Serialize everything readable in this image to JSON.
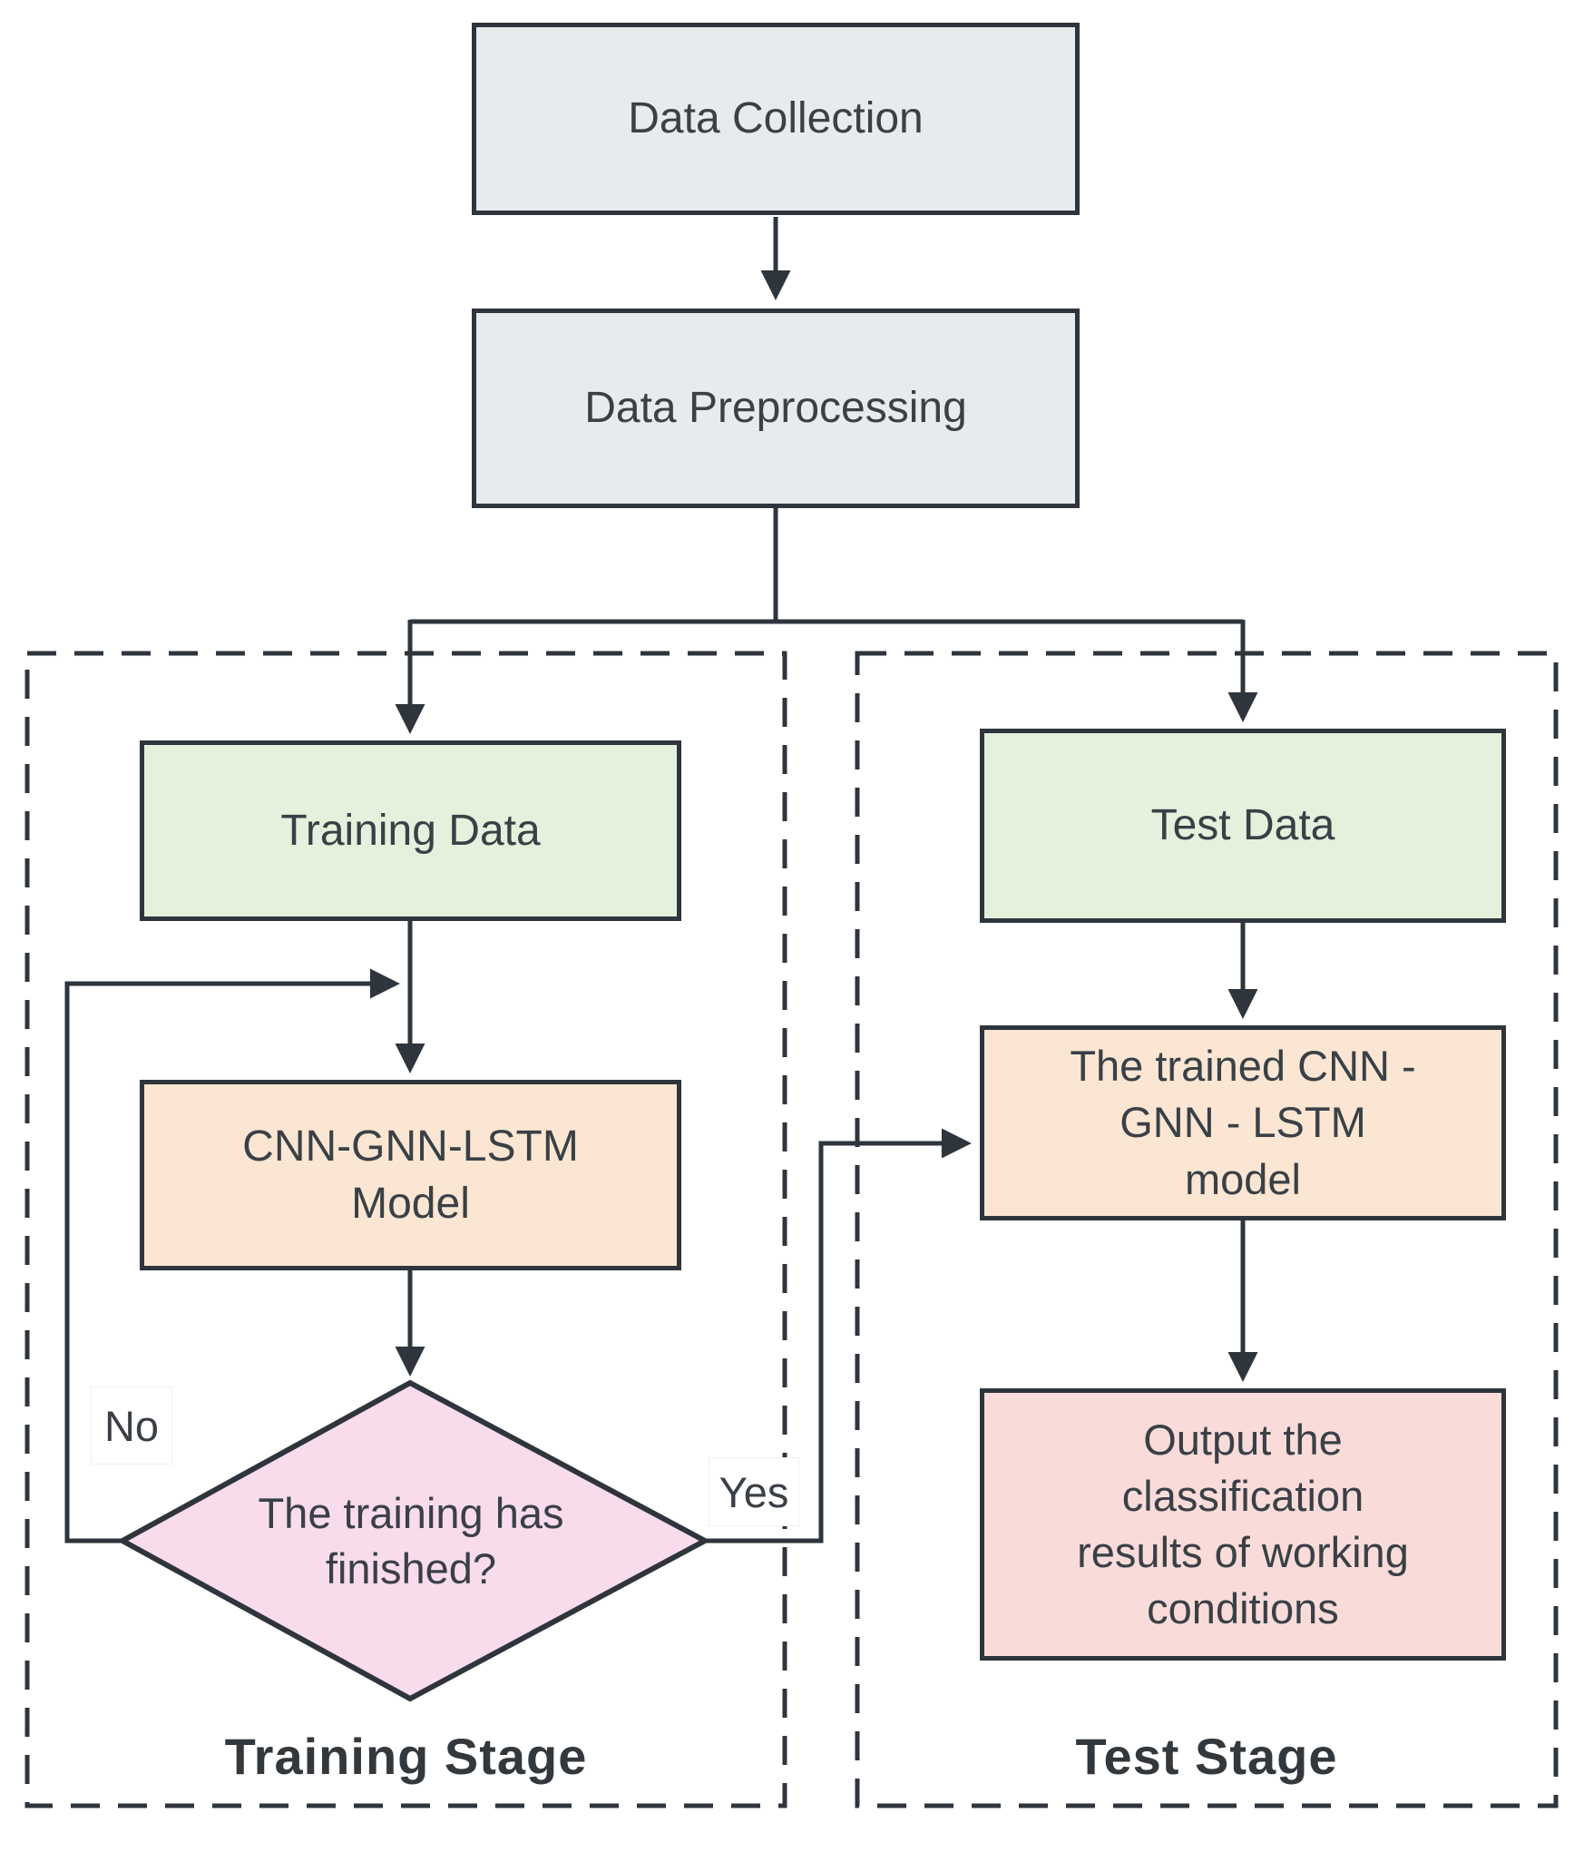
{
  "title": "CNN-GNN-LSTM training and test flowchart",
  "colors": {
    "line": "#2e353c",
    "text": "#3a4046",
    "stage": "#33383d",
    "gray": "#e7ebee",
    "green": "#e4f1dc",
    "peach": "#fae6d2",
    "pink": "#f9dcec",
    "salmon": "#f9dcd9"
  },
  "nodes": {
    "data_collection": {
      "label": "Data Collection",
      "shape": "rectangle",
      "fill": "#e7ebee"
    },
    "data_preprocessing": {
      "label": "Data Preprocessing",
      "shape": "rectangle",
      "fill": "#e7ebee"
    },
    "training_data": {
      "label": "Training Data",
      "shape": "rectangle",
      "fill": "#e4f1dc"
    },
    "cnn_model": {
      "label": "CNN-GNN-LSTM\nModel",
      "shape": "rectangle",
      "fill": "#fae6d2"
    },
    "decision": {
      "label": "The training has\nfinished?",
      "shape": "diamond",
      "fill": "#f9dcec"
    },
    "test_data": {
      "label": "Test Data",
      "shape": "rectangle",
      "fill": "#e4f1dc"
    },
    "trained_model": {
      "label": "The trained CNN -\nGNN - LSTM\nmodel",
      "shape": "rectangle",
      "fill": "#fae6d2"
    },
    "output": {
      "label": "Output the\nclassification\nresults of working\nconditions",
      "shape": "rectangle",
      "fill": "#f9dcd9"
    }
  },
  "edges": {
    "no_label": "No",
    "yes_label": "Yes",
    "flow": [
      "Data Collection -> Data Preprocessing",
      "Data Preprocessing -> Training Data",
      "Data Preprocessing -> Test Data",
      "Training Data -> CNN-GNN-LSTM Model",
      "CNN-GNN-LSTM Model -> The training has finished?",
      "The training has finished? -No-> CNN-GNN-LSTM Model",
      "The training has finished? -Yes-> The trained CNN - GNN - LSTM model",
      "Test Data -> The trained CNN - GNN - LSTM model",
      "The trained CNN - GNN - LSTM model -> Output the classification results of working conditions"
    ]
  },
  "stages": {
    "training": "Training Stage",
    "test": "Test Stage"
  }
}
